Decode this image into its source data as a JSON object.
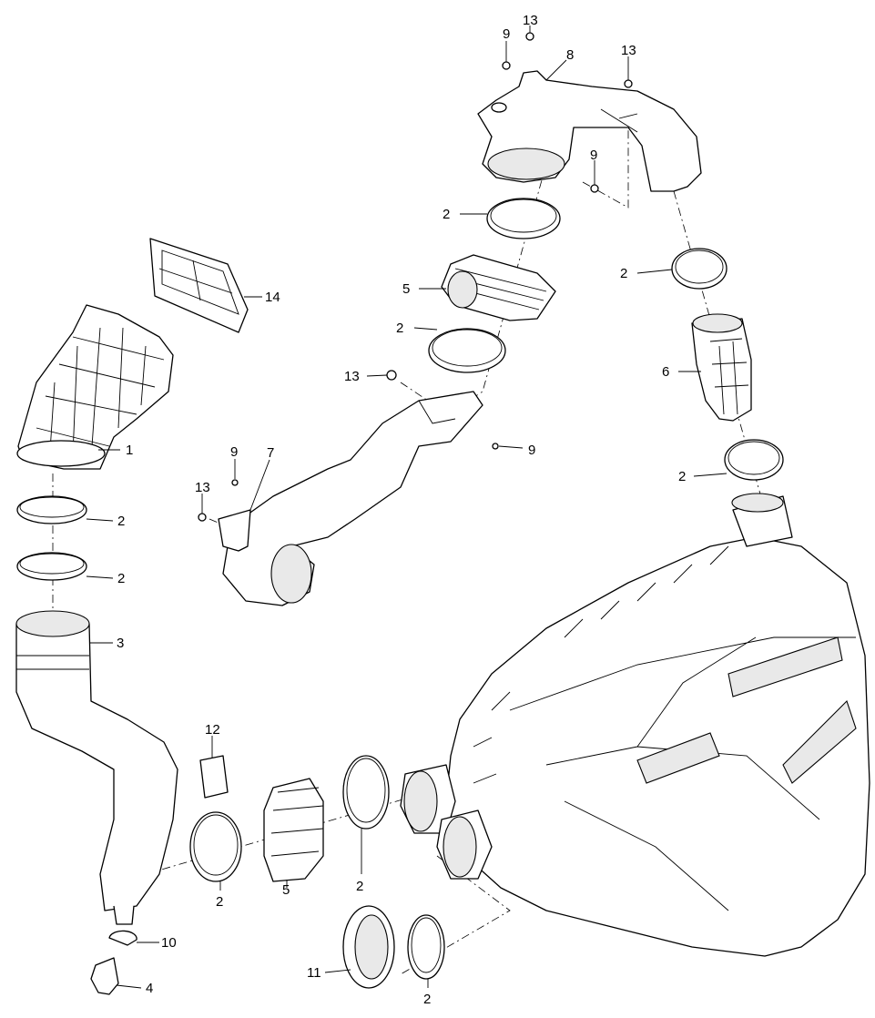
{
  "title": "Air intake system exploded parts diagram",
  "callouts": [
    {
      "number": "9"
    },
    {
      "number": "13"
    },
    {
      "number": "8"
    },
    {
      "number": "13"
    },
    {
      "number": "9"
    },
    {
      "number": "2"
    },
    {
      "number": "2"
    },
    {
      "number": "14"
    },
    {
      "number": "5"
    },
    {
      "number": "2"
    },
    {
      "number": "13"
    },
    {
      "number": "6"
    },
    {
      "number": "1"
    },
    {
      "number": "9"
    },
    {
      "number": "9"
    },
    {
      "number": "7"
    },
    {
      "number": "13"
    },
    {
      "number": "2"
    },
    {
      "number": "2"
    },
    {
      "number": "2"
    },
    {
      "number": "3"
    },
    {
      "number": "12"
    },
    {
      "number": "2"
    },
    {
      "number": "2"
    },
    {
      "number": "5"
    },
    {
      "number": "10"
    },
    {
      "number": "11"
    },
    {
      "number": "4"
    },
    {
      "number": "2"
    }
  ]
}
